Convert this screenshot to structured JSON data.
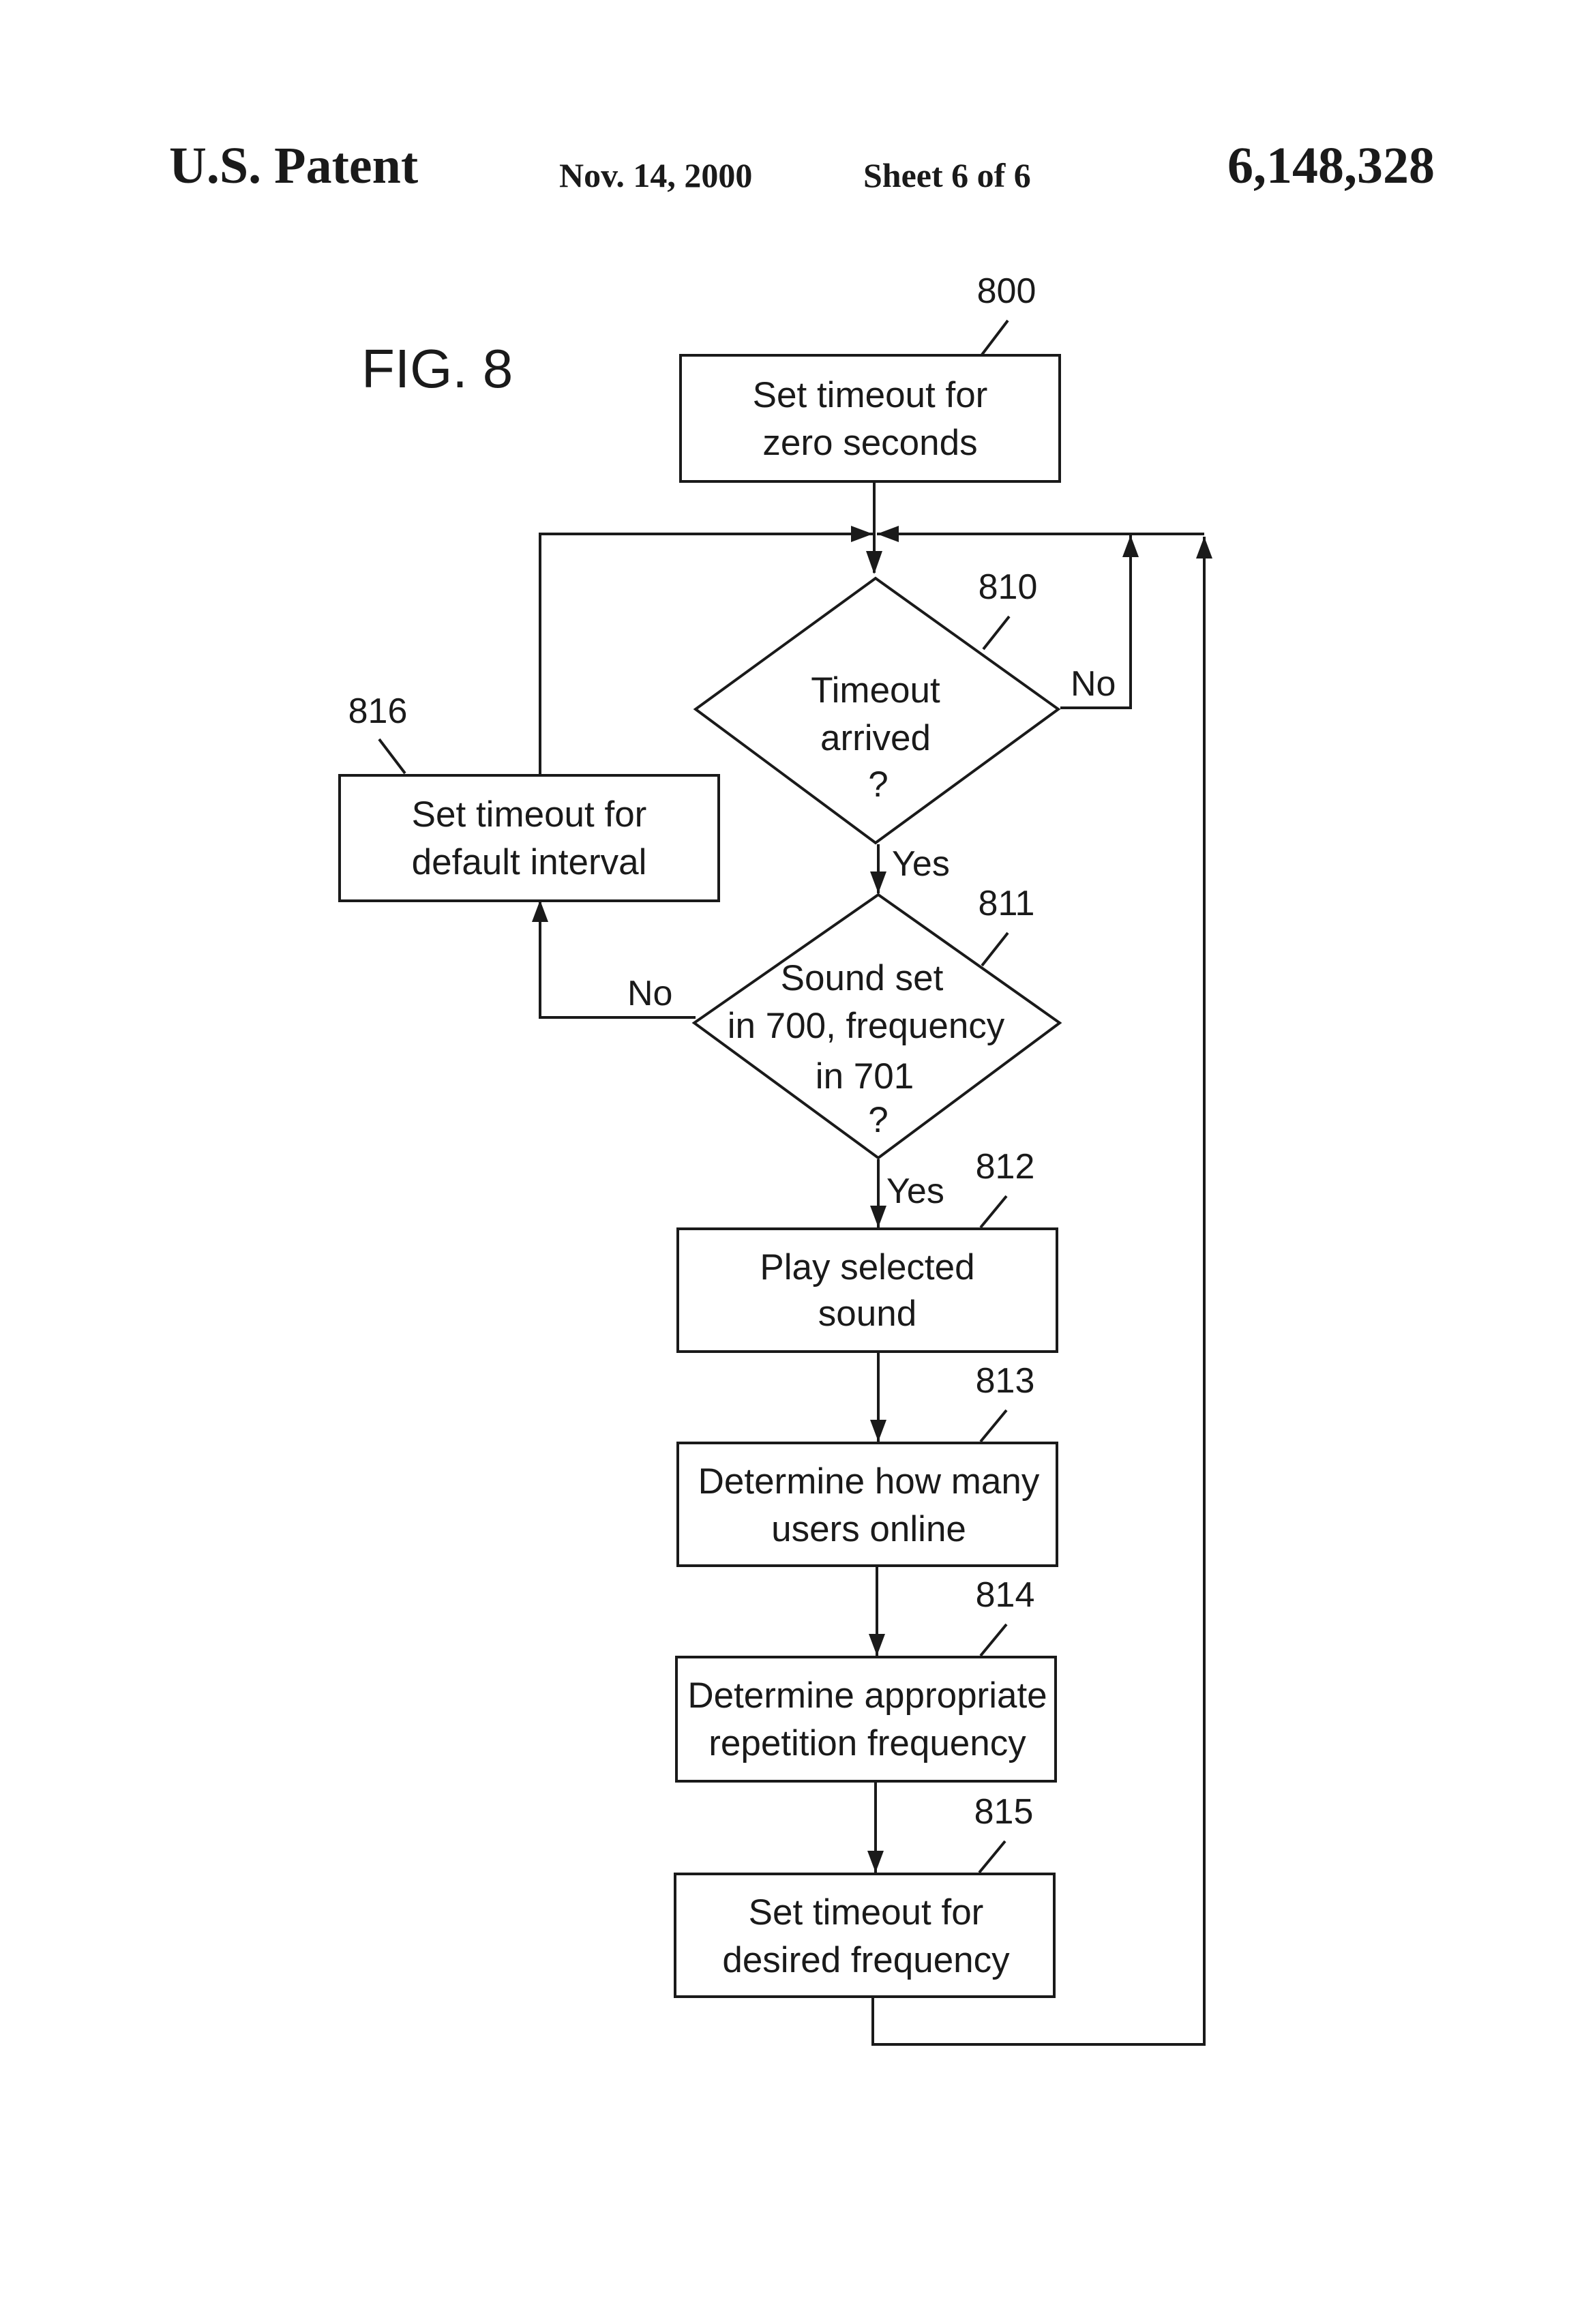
{
  "header": {
    "left": "U.S. Patent",
    "date": "Nov. 14, 2000",
    "sheet": "Sheet 6 of 6",
    "number": "6,148,328"
  },
  "figure": {
    "label": "FIG. 8"
  },
  "nodes": {
    "n800": {
      "ref": "800",
      "lines": [
        "Set timeout for",
        "zero seconds"
      ]
    },
    "n810": {
      "ref": "810",
      "lines": [
        "Timeout",
        "arrived",
        "?"
      ]
    },
    "n811": {
      "ref": "811",
      "lines": [
        "Sound set",
        "in 700, frequency",
        "in 701",
        "?"
      ]
    },
    "n812": {
      "ref": "812",
      "lines": [
        "Play selected",
        "sound"
      ]
    },
    "n813": {
      "ref": "813",
      "lines": [
        "Determine how many",
        "users online"
      ]
    },
    "n814": {
      "ref": "814",
      "lines": [
        "Determine appropriate",
        "repetition frequency"
      ]
    },
    "n815": {
      "ref": "815",
      "lines": [
        "Set timeout for",
        "desired frequency"
      ]
    },
    "n816": {
      "ref": "816",
      "lines": [
        "Set timeout for",
        "default interval"
      ]
    }
  },
  "edges": {
    "e810_no": "No",
    "e810_yes": "Yes",
    "e811_no": "No",
    "e811_yes": "Yes"
  }
}
